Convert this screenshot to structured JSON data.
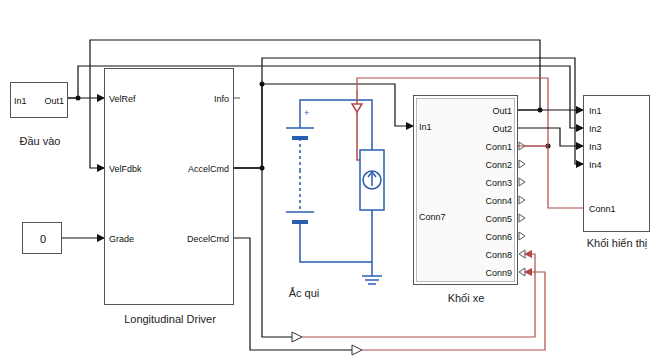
{
  "diagram": {
    "nodes": [
      {
        "text": [
          "In1",
          "Out1",
          "Đầu vào"
        ]
      },
      {
        "text": [
          "VelRef",
          "VelFdbk",
          "Grade",
          "Info",
          "AccelCmd",
          "DecelCmd",
          "Longitudinal Driver"
        ]
      },
      {
        "text": [
          "0"
        ]
      },
      {
        "text": [
          "Ắc qui"
        ]
      },
      {
        "text": [
          "In1",
          "Conn7",
          "Out1",
          "Out2",
          "Conn1",
          "Conn2",
          "Conn3",
          "Conn4",
          "Conn5",
          "Conn6",
          "Conn8",
          "Conn9",
          "Khối xe"
        ]
      },
      {
        "text": [
          "In1",
          "In2",
          "In3",
          "In4",
          "Conn1",
          "Khối hiển thị"
        ]
      }
    ],
    "edges": [
      {
        "from": 0,
        "to": 1,
        "arrow": "to"
      },
      {
        "from": 0,
        "to": 5,
        "arrow": "to"
      },
      {
        "from": 4,
        "to": 1,
        "arrow": "to"
      },
      {
        "from": 2,
        "to": 1,
        "arrow": "to"
      },
      {
        "from": 1,
        "to": 4,
        "arrow": "to"
      },
      {
        "from": 3,
        "to": 4,
        "arrow": "none"
      },
      {
        "from": 4,
        "to": 5,
        "arrow": "none"
      },
      {
        "from": 1,
        "to": 4,
        "arrow": "to"
      },
      {
        "from": 1,
        "to": 4,
        "arrow": "to"
      },
      {
        "from": 4,
        "to": 5,
        "arrow": "to"
      },
      {
        "from": 4,
        "to": 5,
        "arrow": "to"
      },
      {
        "from": 1,
        "to": 5,
        "arrow": "to"
      }
    ]
  }
}
